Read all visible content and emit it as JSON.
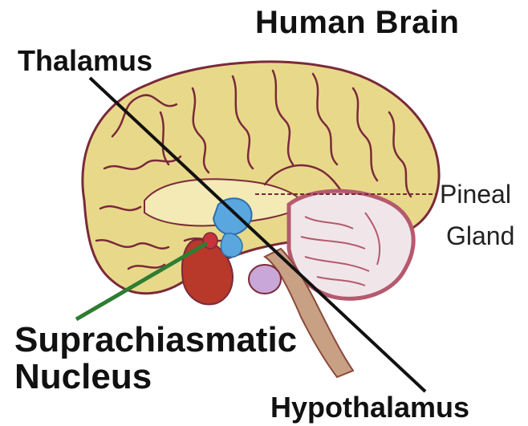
{
  "diagram": {
    "title": "Human Brain",
    "labels": {
      "thalamus": "Thalamus",
      "pineal_line1": "Pineal",
      "pineal_line2": "Gland",
      "scn_line1": "Suprachiasmatic",
      "scn_line2": "Nucleus",
      "hypothalamus": "Hypothalamus"
    },
    "colors": {
      "cortex": "#e8d98a",
      "cortex_light": "#f3eab5",
      "sulci": "#7a2a3a",
      "cerebellum": "#b55a6e",
      "cerebellum_light": "#f0e6ea",
      "thalamus_blue": "#5aa7e0",
      "scn_red": "#c8323a",
      "hypothalamus_red": "#b8382a",
      "pituitary": "#c9a7d8",
      "pointer_black": "#111111",
      "pointer_green": "#2e7d32",
      "brainstem": "#c8a084"
    }
  }
}
